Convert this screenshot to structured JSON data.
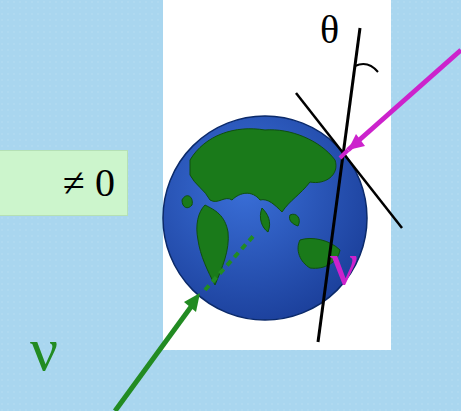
{
  "diagram": {
    "nodes": [
      {
        "text": [
          "≠ 0"
        ]
      }
    ],
    "labels": [
      "θ",
      "ν",
      "ν"
    ]
  }
}
